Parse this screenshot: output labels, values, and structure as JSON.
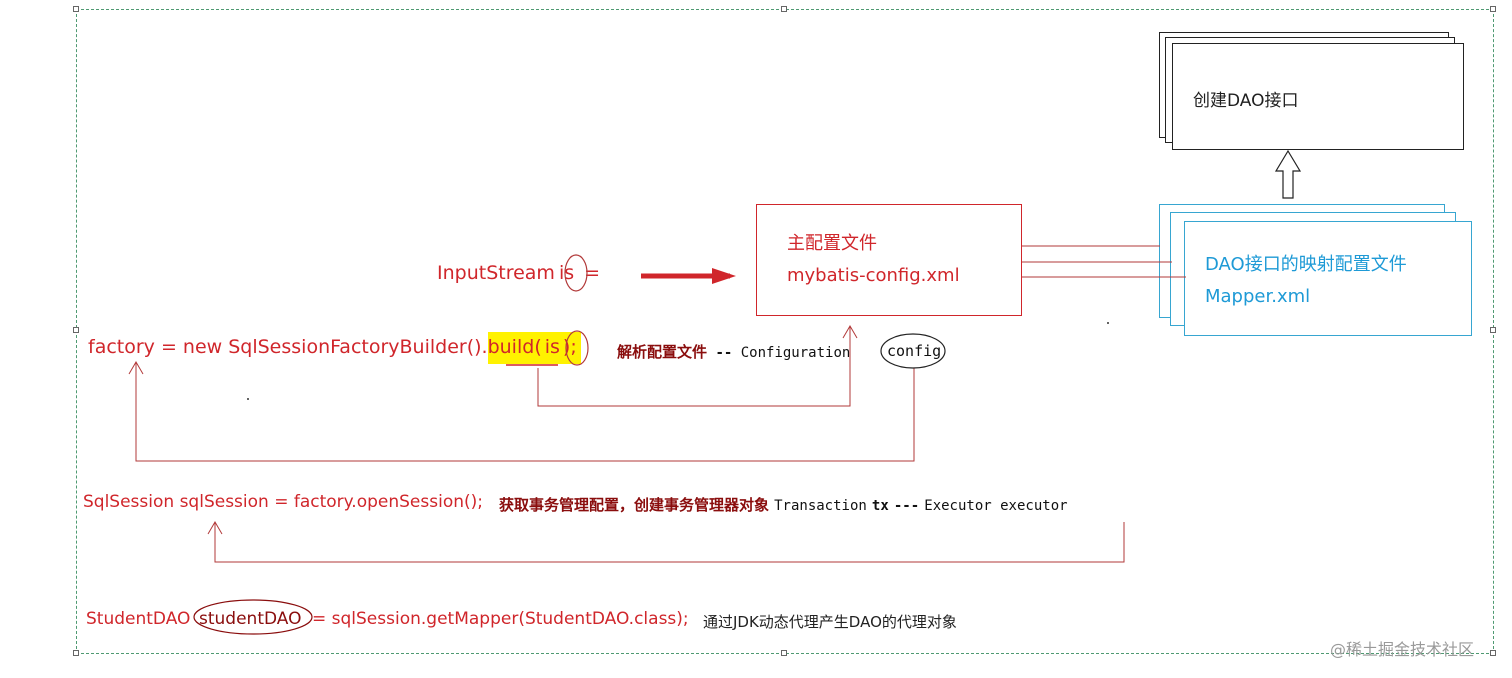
{
  "dao_interface_box": {
    "label": "创建DAO接口"
  },
  "main_config_box": {
    "line1": "主配置文件",
    "line2": "mybatis-config.xml"
  },
  "mapper_box": {
    "line1": "DAO接口的映射配置文件",
    "line2": "Mapper.xml"
  },
  "inputstream_line": {
    "prefix": "InputStream",
    "var": "is",
    "suffix": " ="
  },
  "factory_line": {
    "code_prefix": "factory = new SqlSessionFactoryBuilder().",
    "build": "build",
    "open": "(",
    "arg": "is",
    "close": ");",
    "note_cn": "解析配置文件",
    "note_sep": " -- ",
    "note_type": "Configuration",
    "note_var": "config"
  },
  "session_line": {
    "code": "SqlSession sqlSession = factory.openSession();",
    "note_cn": "获取事务管理配置，创建事务管理器对象",
    "tx_type": "Transaction",
    "tx_var": "tx",
    "sep": "---",
    "exec": "Executor executor"
  },
  "dao_line": {
    "type": "StudentDAO",
    "var": "studentDAO",
    "rest": "= sqlSession.getMapper(StudentDAO.class);",
    "note": "通过JDK动态代理产生DAO的代理对象"
  },
  "watermark": "@稀土掘金技术社区",
  "colors": {
    "red": "#d0262b",
    "dark_red": "#8a0d0d",
    "blue": "#1e9ad6",
    "highlight": "#fff200",
    "frame": "#4f9a72"
  }
}
